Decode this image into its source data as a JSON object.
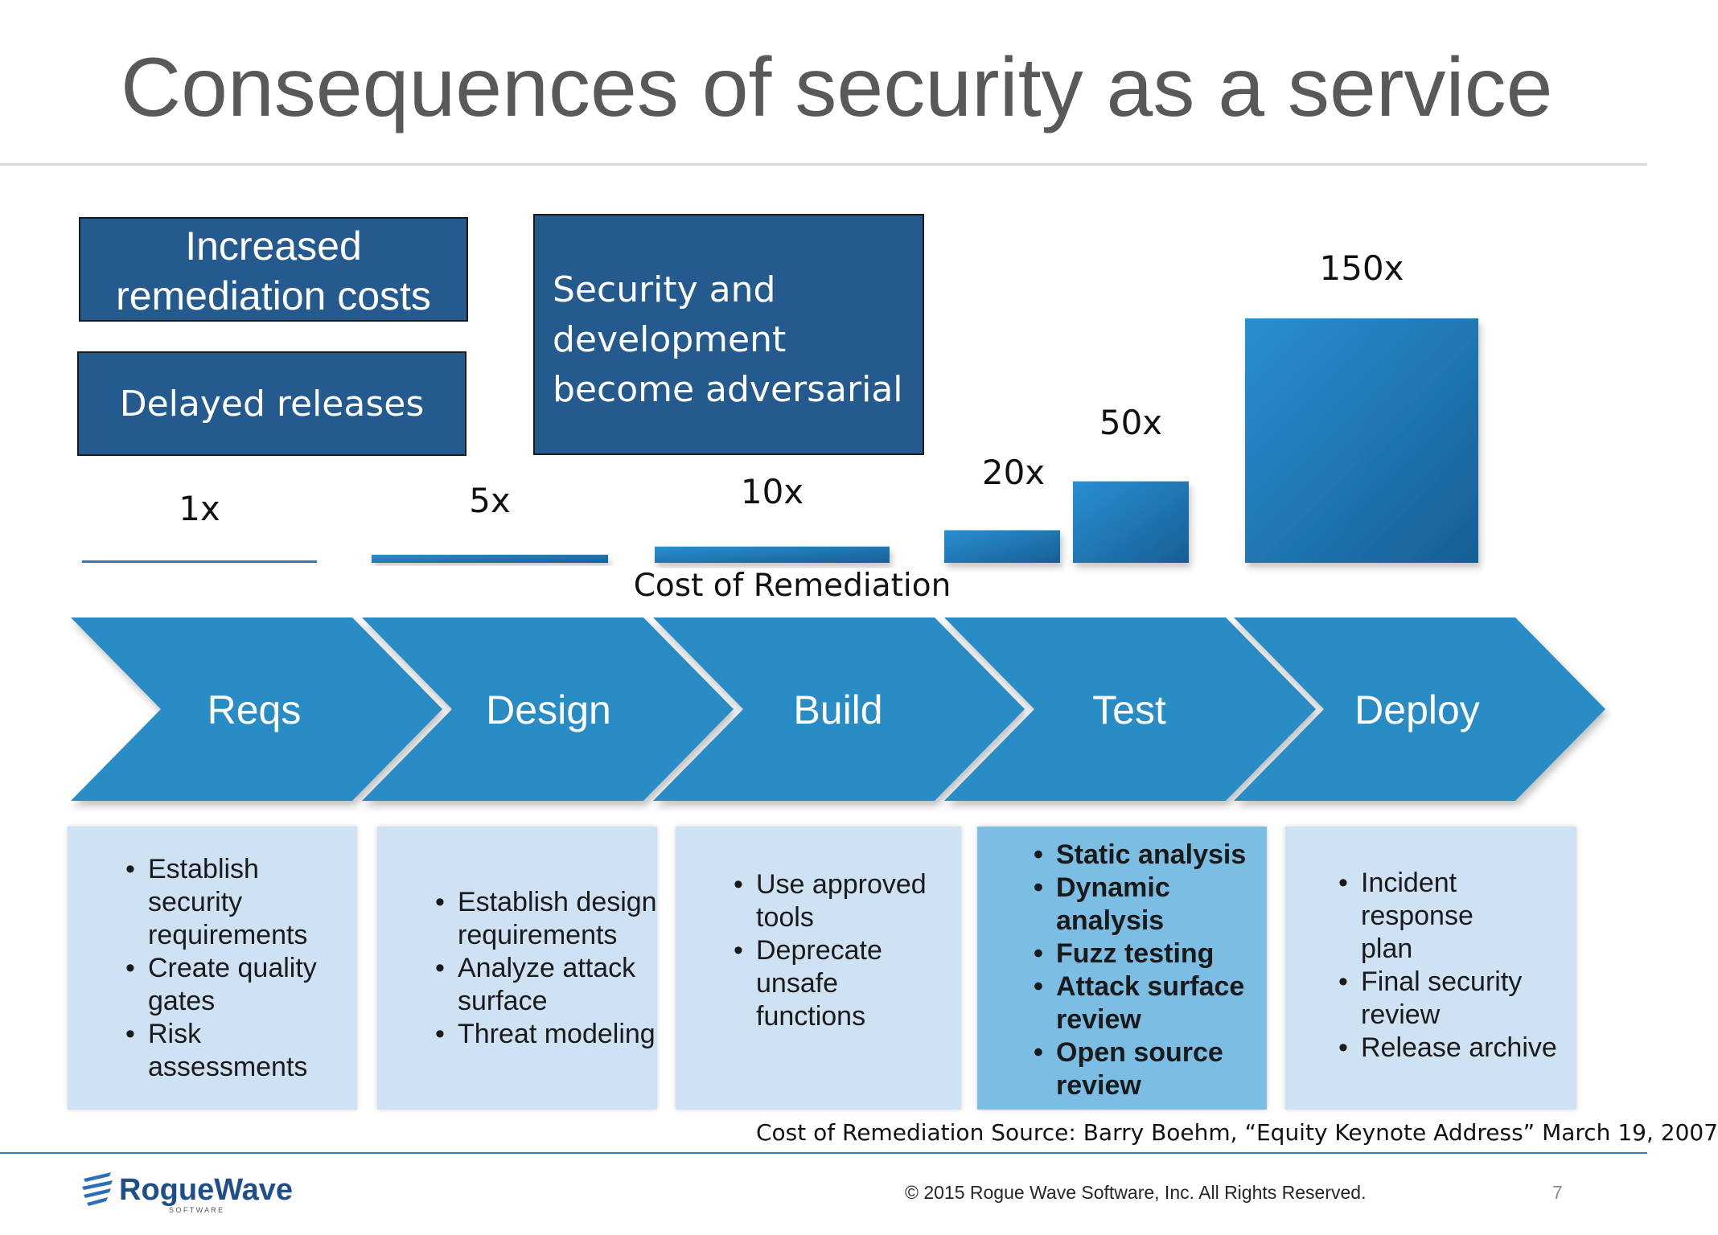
{
  "slide": {
    "title": "Consequences of security as a service",
    "page_number": "7"
  },
  "callouts": {
    "costs": [
      "Increased",
      "remediation costs"
    ],
    "delayed": "Delayed releases",
    "adversarial": [
      "Security and",
      "development",
      "become adversarial"
    ]
  },
  "chart_data": {
    "type": "bar",
    "categories": [
      "Reqs",
      "Design",
      "Build",
      "Test",
      "Test",
      "Deploy"
    ],
    "values": [
      1,
      5,
      10,
      20,
      50,
      150
    ],
    "data_labels": [
      "1x",
      "5x",
      "10x",
      "20x",
      "50x",
      "150x"
    ],
    "xlabel": "Cost of Remediation",
    "ylabel": "",
    "ylim": [
      0,
      150
    ],
    "colors": {
      "bar_light": "#2a8fd0",
      "bar_dark": "#175f96",
      "baseline": "#3f6fb5"
    }
  },
  "phases": [
    {
      "label": "Reqs"
    },
    {
      "label": "Design"
    },
    {
      "label": "Build"
    },
    {
      "label": "Test"
    },
    {
      "label": "Deploy"
    }
  ],
  "activities": {
    "reqs": [
      "Establish security",
      "requirements",
      "Create quality",
      "gates",
      "Risk assessments"
    ],
    "design": [
      "Establish design",
      "requirements",
      "Analyze attack",
      "surface",
      "Threat modeling"
    ],
    "build": [
      "Use approved tools",
      "Deprecate unsafe",
      "functions"
    ],
    "test": [
      "Static analysis",
      "Dynamic analysis",
      "Fuzz testing",
      "Attack surface",
      "review",
      "Open source",
      "review"
    ],
    "deploy": [
      "Incident response",
      "plan",
      "Final security",
      "review",
      "Release archive"
    ]
  },
  "footer": {
    "source": "Cost of Remediation Source: Barry Boehm, “Equity Keynote Address” March 19, 2007",
    "copyright": "© 2015 Rogue Wave Software, Inc. All Rights Reserved.",
    "logo_text": "RogueWave",
    "logo_subtext": "S O F T W A R E"
  },
  "colors": {
    "chevron": "#2a8cc4",
    "callout": "#255a8e",
    "activity": "#cfe2f3",
    "activity_highlight": "#7cbde3"
  }
}
